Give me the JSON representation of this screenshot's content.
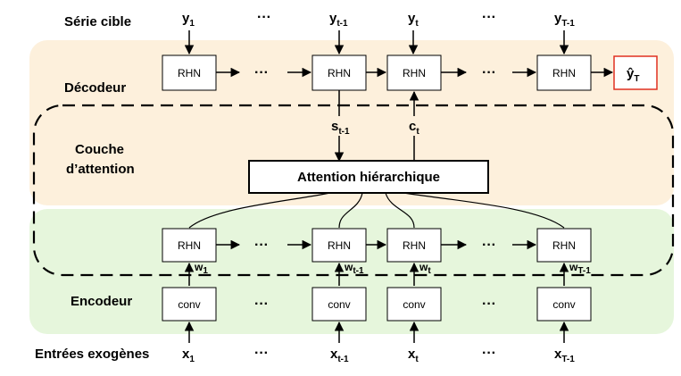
{
  "labels": {
    "target_series": "Série cible",
    "decoder": "Décodeur",
    "attention_layer_line1": "Couche",
    "attention_layer_line2": "d’attention",
    "encoder": "Encodeur",
    "exogenous_inputs": "Entrées exogènes"
  },
  "blocks": {
    "rhn": "RHN",
    "conv": "conv",
    "attention": "Attention hiérarchique"
  },
  "ellipsis": "···",
  "target_vars": {
    "base": "y",
    "subs": [
      "1",
      "t-1",
      "t",
      "T-1"
    ]
  },
  "output_var": {
    "base": "ŷ",
    "sub": "T"
  },
  "input_vars": {
    "base": "x",
    "subs": [
      "1",
      "t-1",
      "t",
      "T-1"
    ]
  },
  "weight_vars": {
    "base": "w",
    "subs": [
      "1",
      "t-1",
      "t",
      "T-1"
    ]
  },
  "decoder_state": {
    "base": "s",
    "sub": "t-1"
  },
  "context": {
    "base": "c",
    "sub": "t"
  },
  "colors": {
    "decoder_bg": "#fdf0dc",
    "encoder_bg": "#e6f6dc",
    "output_border": "#e03020",
    "line": "#000000"
  }
}
